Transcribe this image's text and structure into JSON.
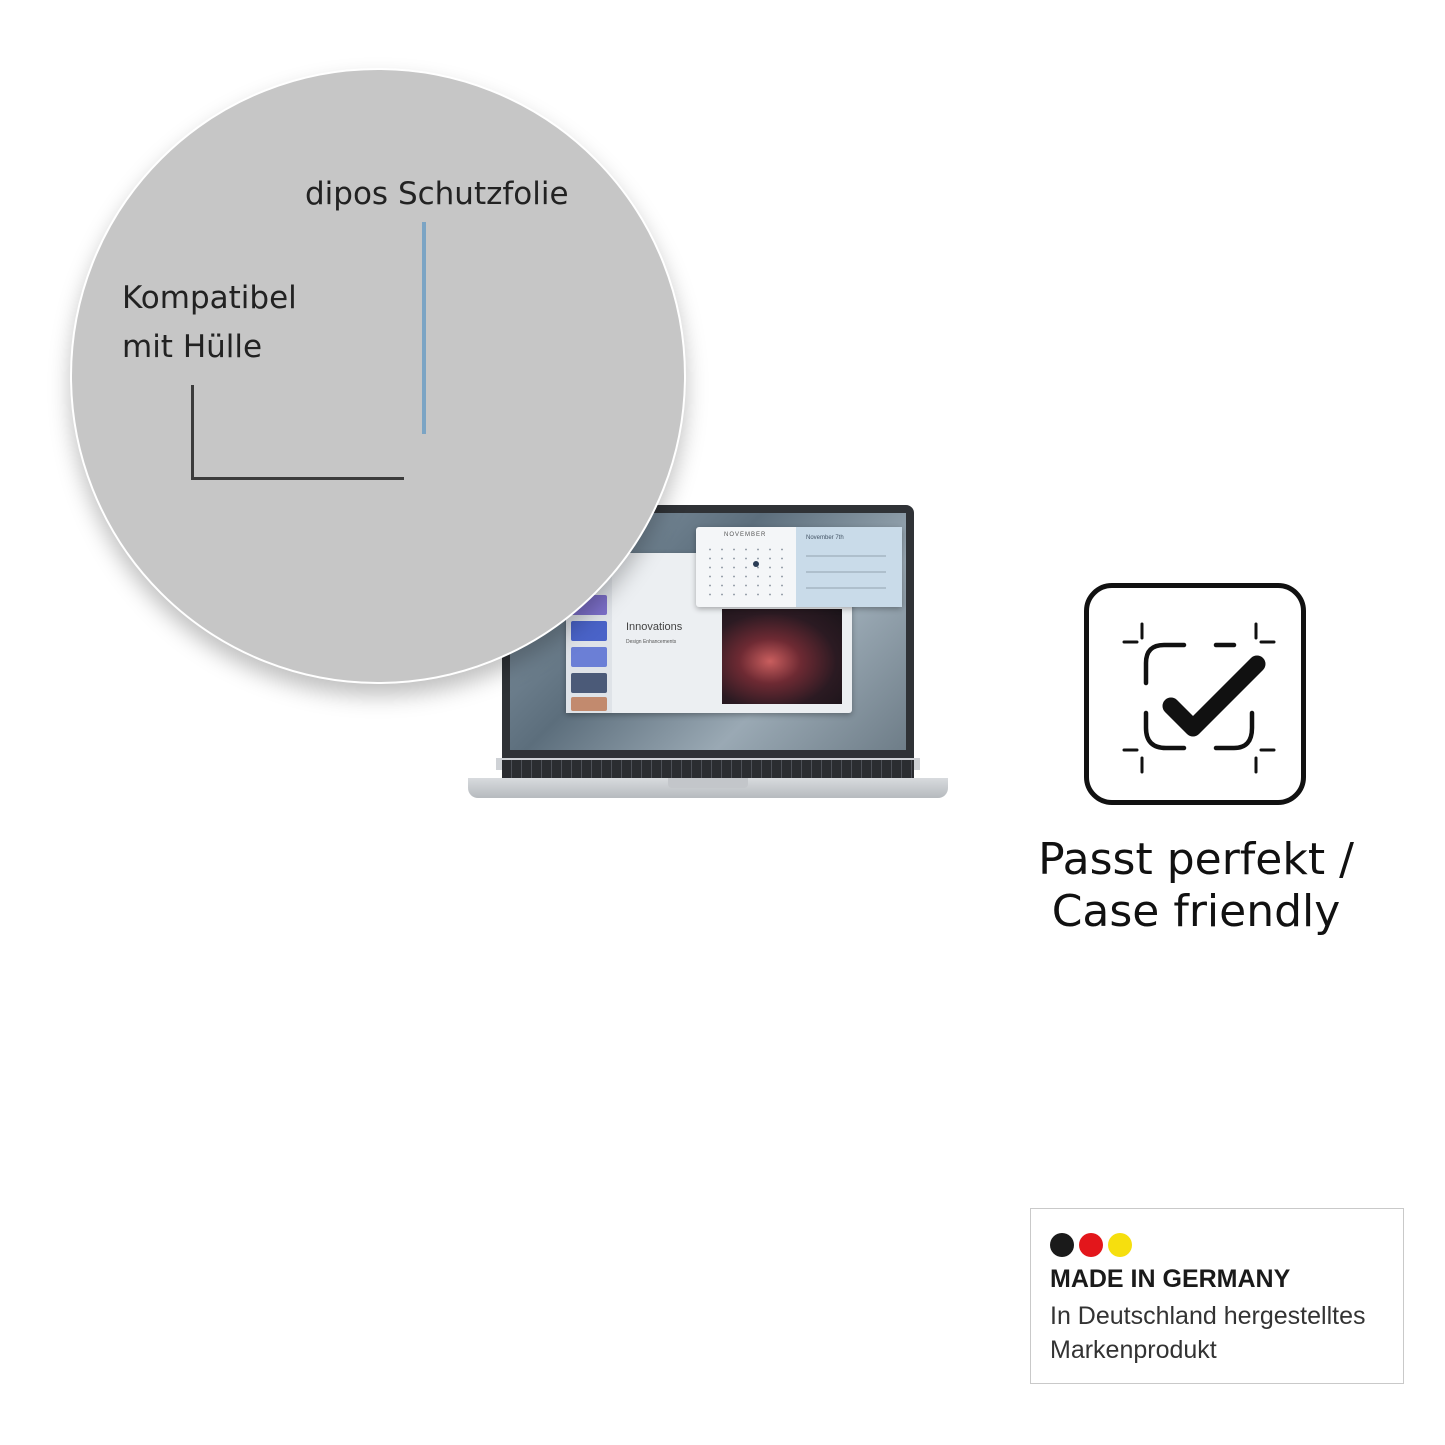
{
  "zoom": {
    "label_film": "dipos Schutzfolie",
    "label_compatible_line1": "Kompatibel",
    "label_compatible_line2": "mit Hülle"
  },
  "laptop_screen": {
    "app_title": "Innovations",
    "app_subtitle": "Design Enhancements",
    "calendar_month": "NOVEMBER",
    "calendar_date": "November 7th"
  },
  "feature": {
    "icon": "check-in-frame-icon",
    "caption_line1": "Passt perfekt /",
    "caption_line2": "Case friendly"
  },
  "badge": {
    "title": "MADE IN GERMANY",
    "subtitle_line1": "In Deutschland hergestelltes",
    "subtitle_line2": "Markenprodukt",
    "flag_colors": [
      "#1a1a1a",
      "#e3161b",
      "#f6df0e"
    ]
  }
}
